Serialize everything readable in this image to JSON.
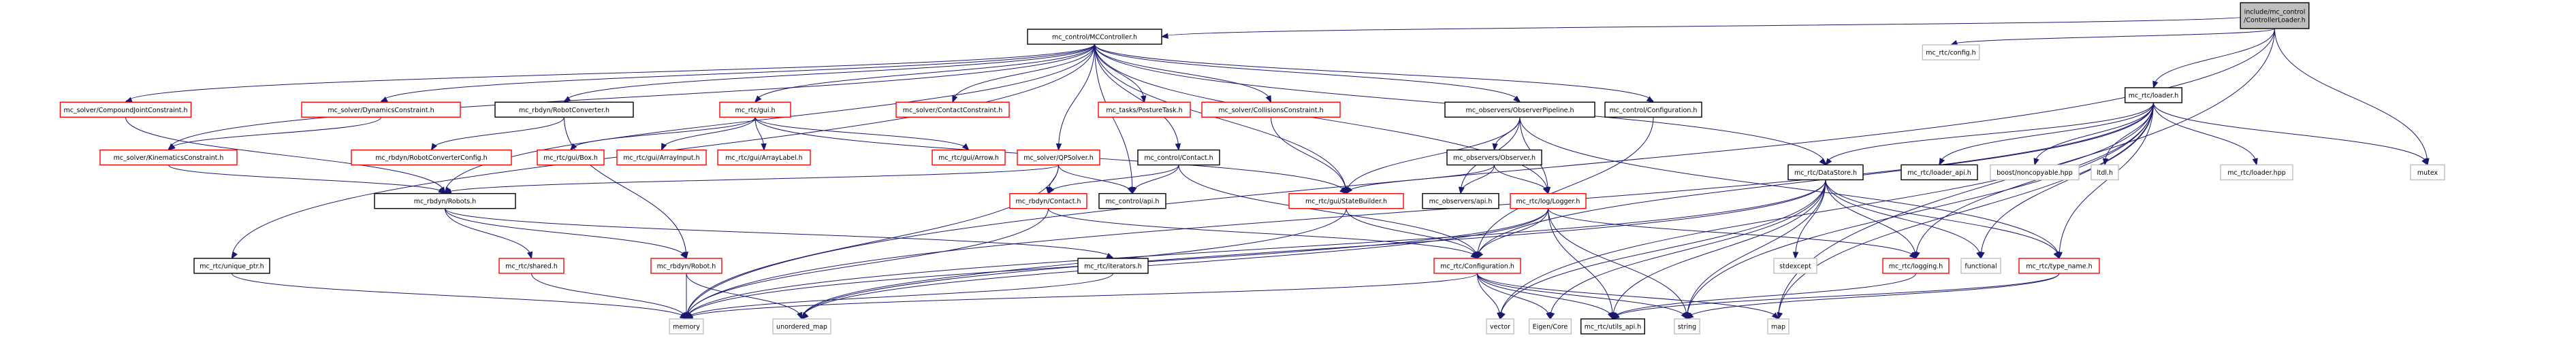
{
  "title": "include/mc_control/ControllerLoader.h include dependency graph",
  "legend": {
    "root_fill": "#bfbfbf",
    "documented_border": "#000000",
    "truncated_border": "#ff0000",
    "external_border": "#bfbfbf",
    "edge_color": "#191970"
  },
  "nodes": [
    {
      "id": "root",
      "label": "include/mc_control\n/ControllerLoader.h",
      "kind": "root"
    },
    {
      "id": "mccontroller",
      "label": "mc_control/MCController.h",
      "kind": "doc"
    },
    {
      "id": "rtc_config",
      "label": "mc_rtc/config.h",
      "kind": "ext"
    },
    {
      "id": "loader_h",
      "label": "mc_rtc/loader.h",
      "kind": "doc"
    },
    {
      "id": "compound",
      "label": "mc_solver/CompoundJointConstraint.h",
      "kind": "trunc"
    },
    {
      "id": "dynamics",
      "label": "mc_solver/DynamicsConstraint.h",
      "kind": "trunc"
    },
    {
      "id": "robotconverter",
      "label": "mc_rbdyn/RobotConverter.h",
      "kind": "doc"
    },
    {
      "id": "gui",
      "label": "mc_rtc/gui.h",
      "kind": "trunc"
    },
    {
      "id": "contactconstraint",
      "label": "mc_solver/ContactConstraint.h",
      "kind": "trunc"
    },
    {
      "id": "posturetask",
      "label": "mc_tasks/PostureTask.h",
      "kind": "trunc"
    },
    {
      "id": "collisions",
      "label": "mc_solver/CollisionsConstraint.h",
      "kind": "trunc"
    },
    {
      "id": "obspipeline",
      "label": "mc_observers/ObserverPipeline.h",
      "kind": "doc"
    },
    {
      "id": "ctlconfiguration",
      "label": "mc_control/Configuration.h",
      "kind": "doc"
    },
    {
      "id": "kinematics",
      "label": "mc_solver/KinematicsConstraint.h",
      "kind": "trunc"
    },
    {
      "id": "rcconfig",
      "label": "mc_rbdyn/RobotConverterConfig.h",
      "kind": "trunc"
    },
    {
      "id": "guibox",
      "label": "mc_rtc/gui/Box.h",
      "kind": "trunc"
    },
    {
      "id": "arrayinput",
      "label": "mc_rtc/gui/ArrayInput.h",
      "kind": "trunc"
    },
    {
      "id": "arraylabel",
      "label": "mc_rtc/gui/ArrayLabel.h",
      "kind": "trunc"
    },
    {
      "id": "arrow",
      "label": "mc_rtc/gui/Arrow.h",
      "kind": "trunc"
    },
    {
      "id": "qpsolver",
      "label": "mc_solver/QPSolver.h",
      "kind": "trunc"
    },
    {
      "id": "ctlcontact",
      "label": "mc_control/Contact.h",
      "kind": "doc"
    },
    {
      "id": "observer",
      "label": "mc_observers/Observer.h",
      "kind": "doc"
    },
    {
      "id": "datastore",
      "label": "mc_rtc/DataStore.h",
      "kind": "doc"
    },
    {
      "id": "loader_api",
      "label": "mc_rtc/loader_api.h",
      "kind": "doc"
    },
    {
      "id": "noncopyable",
      "label": "boost/noncopyable.hpp",
      "kind": "ext"
    },
    {
      "id": "ltdl",
      "label": "ltdl.h",
      "kind": "ext"
    },
    {
      "id": "loader_hpp",
      "label": "mc_rtc/loader.hpp",
      "kind": "ext"
    },
    {
      "id": "mutex",
      "label": "mutex",
      "kind": "ext"
    },
    {
      "id": "robots",
      "label": "mc_rbdyn/Robots.h",
      "kind": "doc"
    },
    {
      "id": "rbcontact",
      "label": "mc_rbdyn/Contact.h",
      "kind": "trunc"
    },
    {
      "id": "ctlapi",
      "label": "mc_control/api.h",
      "kind": "doc"
    },
    {
      "id": "statebuilder",
      "label": "mc_rtc/gui/StateBuilder.h",
      "kind": "trunc"
    },
    {
      "id": "obsapi",
      "label": "mc_observers/api.h",
      "kind": "doc"
    },
    {
      "id": "logger",
      "label": "mc_rtc/log/Logger.h",
      "kind": "trunc"
    },
    {
      "id": "uniqueptr",
      "label": "mc_rtc/unique_ptr.h",
      "kind": "doc"
    },
    {
      "id": "shared",
      "label": "mc_rtc/shared.h",
      "kind": "trunc"
    },
    {
      "id": "robot",
      "label": "mc_rbdyn/Robot.h",
      "kind": "trunc"
    },
    {
      "id": "iterators",
      "label": "mc_rtc/iterators.h",
      "kind": "doc"
    },
    {
      "id": "rtcconfiguration",
      "label": "mc_rtc/Configuration.h",
      "kind": "trunc"
    },
    {
      "id": "stdexcept",
      "label": "stdexcept",
      "kind": "ext"
    },
    {
      "id": "logging",
      "label": "mc_rtc/logging.h",
      "kind": "trunc"
    },
    {
      "id": "functional",
      "label": "functional",
      "kind": "ext"
    },
    {
      "id": "typename",
      "label": "mc_rtc/type_name.h",
      "kind": "trunc"
    },
    {
      "id": "memory",
      "label": "memory",
      "kind": "ext"
    },
    {
      "id": "unorderedmap",
      "label": "unordered_map",
      "kind": "ext"
    },
    {
      "id": "vector",
      "label": "vector",
      "kind": "ext"
    },
    {
      "id": "eigencore",
      "label": "Eigen/Core",
      "kind": "ext"
    },
    {
      "id": "utilsapi",
      "label": "mc_rtc/utils_api.h",
      "kind": "doc"
    },
    {
      "id": "string",
      "label": "string",
      "kind": "ext"
    },
    {
      "id": "map",
      "label": "map",
      "kind": "ext"
    }
  ],
  "edges": [
    [
      "root",
      "mccontroller"
    ],
    [
      "root",
      "rtc_config"
    ],
    [
      "root",
      "loader_h"
    ],
    [
      "root",
      "memory"
    ],
    [
      "root",
      "mutex"
    ],
    [
      "root",
      "map"
    ],
    [
      "mccontroller",
      "compound"
    ],
    [
      "mccontroller",
      "dynamics"
    ],
    [
      "mccontroller",
      "robotconverter"
    ],
    [
      "mccontroller",
      "gui"
    ],
    [
      "mccontroller",
      "contactconstraint"
    ],
    [
      "mccontroller",
      "posturetask"
    ],
    [
      "mccontroller",
      "collisions"
    ],
    [
      "mccontroller",
      "obspipeline"
    ],
    [
      "mccontroller",
      "ctlconfiguration"
    ],
    [
      "mccontroller",
      "kinematics"
    ],
    [
      "mccontroller",
      "qpsolver"
    ],
    [
      "mccontroller",
      "ctlcontact"
    ],
    [
      "mccontroller",
      "robots"
    ],
    [
      "mccontroller",
      "ctlapi"
    ],
    [
      "mccontroller",
      "statebuilder"
    ],
    [
      "mccontroller",
      "logger"
    ],
    [
      "mccontroller",
      "uniqueptr"
    ],
    [
      "mccontroller",
      "datastore"
    ],
    [
      "compound",
      "robots"
    ],
    [
      "dynamics",
      "kinematics"
    ],
    [
      "kinematics",
      "robots"
    ],
    [
      "robotconverter",
      "rcconfig"
    ],
    [
      "robotconverter",
      "robot"
    ],
    [
      "gui",
      "guibox"
    ],
    [
      "gui",
      "arrayinput"
    ],
    [
      "gui",
      "arraylabel"
    ],
    [
      "gui",
      "arrow"
    ],
    [
      "gui",
      "statebuilder"
    ],
    [
      "collisions",
      "statebuilder"
    ],
    [
      "obspipeline",
      "observer"
    ],
    [
      "obspipeline",
      "statebuilder"
    ],
    [
      "obspipeline",
      "obsapi"
    ],
    [
      "obspipeline",
      "logger"
    ],
    [
      "obspipeline",
      "typename"
    ],
    [
      "observer",
      "statebuilder"
    ],
    [
      "observer",
      "obsapi"
    ],
    [
      "observer",
      "logger"
    ],
    [
      "ctlconfiguration",
      "rtcconfiguration"
    ],
    [
      "qpsolver",
      "robots"
    ],
    [
      "qpsolver",
      "rbcontact"
    ],
    [
      "qpsolver",
      "ctlapi"
    ],
    [
      "qpsolver",
      "memory"
    ],
    [
      "ctlcontact",
      "rbcontact"
    ],
    [
      "ctlcontact",
      "ctlapi"
    ],
    [
      "ctlcontact",
      "rtcconfiguration"
    ],
    [
      "robots",
      "shared"
    ],
    [
      "robots",
      "robot"
    ],
    [
      "robots",
      "iterators"
    ],
    [
      "shared",
      "memory"
    ],
    [
      "robot",
      "memory"
    ],
    [
      "robot",
      "unorderedmap"
    ],
    [
      "iterators",
      "memory"
    ],
    [
      "rbcontact",
      "rtcconfiguration"
    ],
    [
      "rbcontact",
      "memory"
    ],
    [
      "statebuilder",
      "rtcconfiguration"
    ],
    [
      "statebuilder",
      "unorderedmap"
    ],
    [
      "logger",
      "rtcconfiguration"
    ],
    [
      "logger",
      "memory"
    ],
    [
      "logger",
      "unorderedmap"
    ],
    [
      "logger",
      "logging"
    ],
    [
      "logger",
      "utilsapi"
    ],
    [
      "logger",
      "string"
    ],
    [
      "uniqueptr",
      "memory"
    ],
    [
      "loader_h",
      "datastore"
    ],
    [
      "loader_h",
      "loader_api"
    ],
    [
      "loader_h",
      "noncopyable"
    ],
    [
      "loader_h",
      "ltdl"
    ],
    [
      "loader_h",
      "loader_hpp"
    ],
    [
      "loader_h",
      "mutex"
    ],
    [
      "loader_h",
      "rtcconfiguration"
    ],
    [
      "loader_h",
      "logging"
    ],
    [
      "loader_h",
      "functional"
    ],
    [
      "loader_h",
      "typename"
    ],
    [
      "loader_h",
      "map"
    ],
    [
      "loader_h",
      "memory"
    ],
    [
      "loader_h",
      "vector"
    ],
    [
      "loader_h",
      "string"
    ],
    [
      "datastore",
      "stdexcept"
    ],
    [
      "datastore",
      "logging"
    ],
    [
      "datastore",
      "functional"
    ],
    [
      "datastore",
      "typename"
    ],
    [
      "datastore",
      "memory"
    ],
    [
      "datastore",
      "unorderedmap"
    ],
    [
      "datastore",
      "vector"
    ],
    [
      "datastore",
      "eigencore"
    ],
    [
      "datastore",
      "utilsapi"
    ],
    [
      "datastore",
      "string"
    ],
    [
      "rtcconfiguration",
      "memory"
    ],
    [
      "rtcconfiguration",
      "vector"
    ],
    [
      "rtcconfiguration",
      "eigencore"
    ],
    [
      "rtcconfiguration",
      "utilsapi"
    ],
    [
      "rtcconfiguration",
      "string"
    ],
    [
      "rtcconfiguration",
      "map"
    ],
    [
      "logging",
      "utilsapi"
    ],
    [
      "typename",
      "string"
    ],
    [
      "typename",
      "utilsapi"
    ]
  ]
}
